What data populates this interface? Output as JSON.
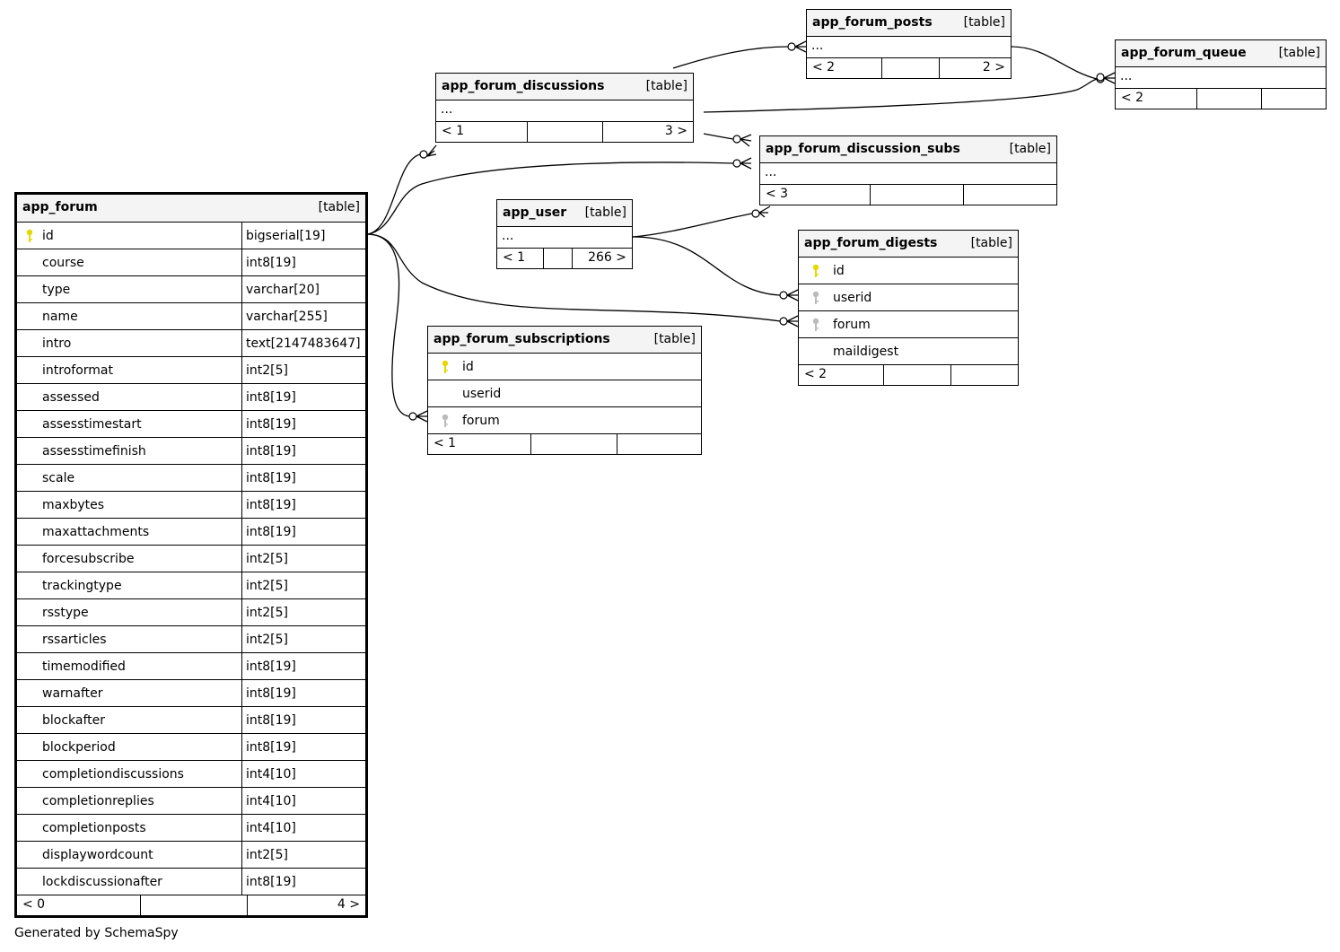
{
  "credit": "Generated by SchemaSpy",
  "type_tag": "[table]",
  "app_forum": {
    "name": "app_forum",
    "columns": [
      {
        "name": "id",
        "type": "bigserial[19]"
      },
      {
        "name": "course",
        "type": "int8[19]"
      },
      {
        "name": "type",
        "type": "varchar[20]"
      },
      {
        "name": "name",
        "type": "varchar[255]"
      },
      {
        "name": "intro",
        "type": "text[2147483647]"
      },
      {
        "name": "introformat",
        "type": "int2[5]"
      },
      {
        "name": "assessed",
        "type": "int8[19]"
      },
      {
        "name": "assesstimestart",
        "type": "int8[19]"
      },
      {
        "name": "assesstimefinish",
        "type": "int8[19]"
      },
      {
        "name": "scale",
        "type": "int8[19]"
      },
      {
        "name": "maxbytes",
        "type": "int8[19]"
      },
      {
        "name": "maxattachments",
        "type": "int8[19]"
      },
      {
        "name": "forcesubscribe",
        "type": "int2[5]"
      },
      {
        "name": "trackingtype",
        "type": "int2[5]"
      },
      {
        "name": "rsstype",
        "type": "int2[5]"
      },
      {
        "name": "rssarticles",
        "type": "int2[5]"
      },
      {
        "name": "timemodified",
        "type": "int8[19]"
      },
      {
        "name": "warnafter",
        "type": "int8[19]"
      },
      {
        "name": "blockafter",
        "type": "int8[19]"
      },
      {
        "name": "blockperiod",
        "type": "int8[19]"
      },
      {
        "name": "completiondiscussions",
        "type": "int4[10]"
      },
      {
        "name": "completionreplies",
        "type": "int4[10]"
      },
      {
        "name": "completionposts",
        "type": "int4[10]"
      },
      {
        "name": "displaywordcount",
        "type": "int2[5]"
      },
      {
        "name": "lockdiscussionafter",
        "type": "int8[19]"
      }
    ],
    "footer": {
      "left": "< 0",
      "mid": "",
      "right": "4 >"
    }
  },
  "app_forum_discussions": {
    "name": "app_forum_discussions",
    "ellipsis": "...",
    "footer": {
      "left": "< 1",
      "mid": "",
      "right": "3 >"
    }
  },
  "app_forum_posts": {
    "name": "app_forum_posts",
    "ellipsis": "...",
    "footer": {
      "left": "< 2",
      "mid": "",
      "right": "2 >"
    }
  },
  "app_forum_queue": {
    "name": "app_forum_queue",
    "ellipsis": "...",
    "footer": {
      "left": "< 2",
      "mid": "",
      "right": ""
    }
  },
  "app_forum_discussion_subs": {
    "name": "app_forum_discussion_subs",
    "ellipsis": "...",
    "footer": {
      "left": "< 3",
      "mid": "",
      "right": ""
    }
  },
  "app_user": {
    "name": "app_user",
    "ellipsis": "...",
    "footer": {
      "left": "< 1",
      "mid": "",
      "right": "266 >"
    }
  },
  "app_forum_digests": {
    "name": "app_forum_digests",
    "columns": [
      {
        "name": "id",
        "key": "primary"
      },
      {
        "name": "userid",
        "key": "foreign"
      },
      {
        "name": "forum",
        "key": "foreign"
      },
      {
        "name": "maildigest",
        "key": "none"
      }
    ],
    "footer": {
      "left": "< 2",
      "mid": "",
      "right": ""
    }
  },
  "app_forum_subscriptions": {
    "name": "app_forum_subscriptions",
    "columns": [
      {
        "name": "id",
        "key": "primary"
      },
      {
        "name": "userid",
        "key": "none"
      },
      {
        "name": "forum",
        "key": "foreign"
      }
    ],
    "footer": {
      "left": "< 1",
      "mid": "",
      "right": ""
    }
  },
  "colors": {
    "primary_key": "#e6d800",
    "foreign_key": "#bbbbbb",
    "header_bg": "#f4f4f4"
  }
}
